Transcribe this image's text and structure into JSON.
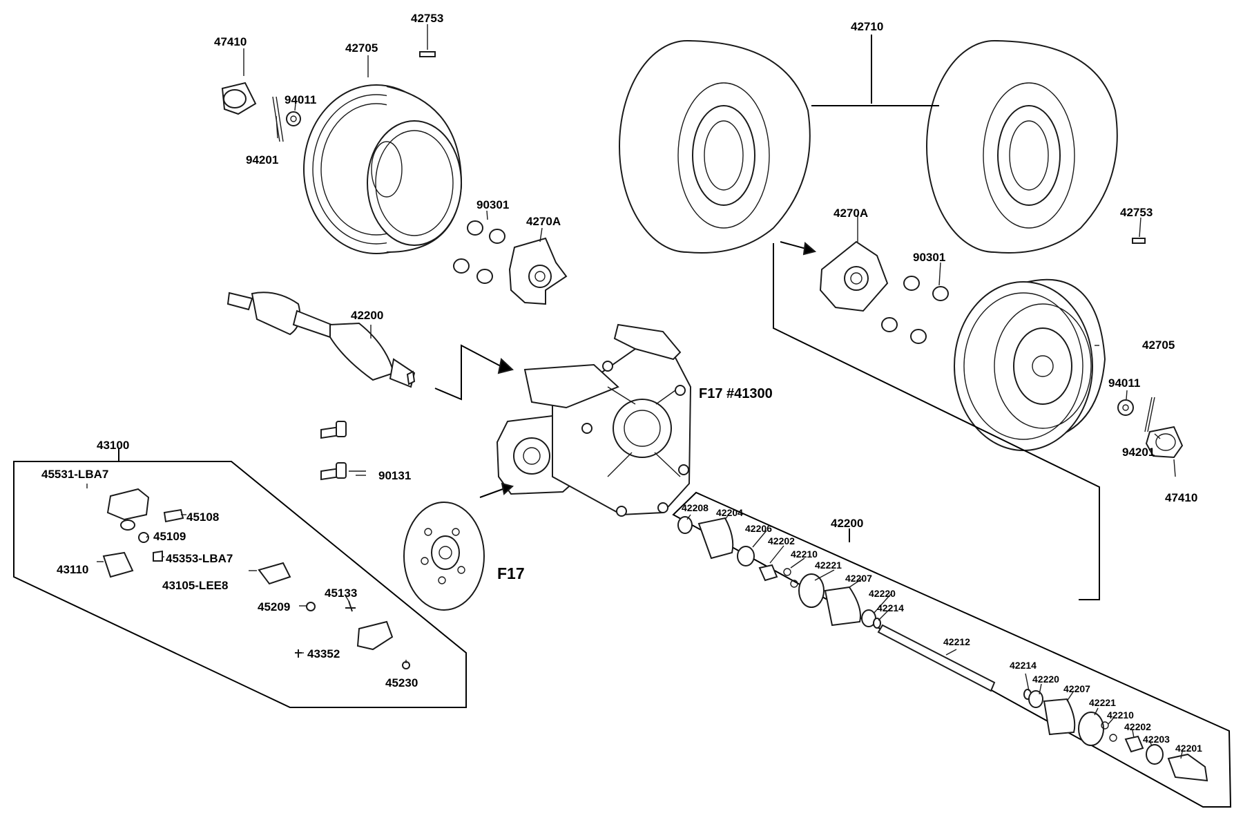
{
  "labels": {
    "l42753_top": "42753",
    "l47410_top": "47410",
    "l42705_top": "42705",
    "l94011_top": "94011",
    "l94201_top": "94201",
    "l90301_left": "90301",
    "l4270A_left": "4270A",
    "l42710": "42710",
    "l4270A_right": "4270A",
    "l90301_right": "90301",
    "l42753_right": "42753",
    "l42705_right": "42705",
    "l94011_right": "94011",
    "l94201_right": "94201",
    "l47410_right": "47410",
    "l42200_upper": "42200",
    "l90131": "90131",
    "lF17_41300": "F17 #41300",
    "lF17": "F17",
    "l43100": "43100",
    "l45531": "45531-LBA7",
    "l45108": "45108",
    "l45109": "45109",
    "l45353": "45353-LBA7",
    "l43110": "43110",
    "l43105": "43105-LEE8",
    "l45209": "45209",
    "l45133": "45133",
    "l43352": "43352",
    "l45230": "45230",
    "l42200_lower": "42200",
    "l42208": "42208",
    "l42204": "42204",
    "l42206": "42206",
    "l42202_a": "42202",
    "l42210_a": "42210",
    "l42221_a": "42221",
    "l42207_a": "42207",
    "l42220_a": "42220",
    "l42214_a": "42214",
    "l42212": "42212",
    "l42214_b": "42214",
    "l42220_b": "42220",
    "l42207_b": "42207",
    "l42221_b": "42221",
    "l42210_b": "42210",
    "l42202_b": "42202",
    "l42203": "42203",
    "l42201": "42201"
  }
}
